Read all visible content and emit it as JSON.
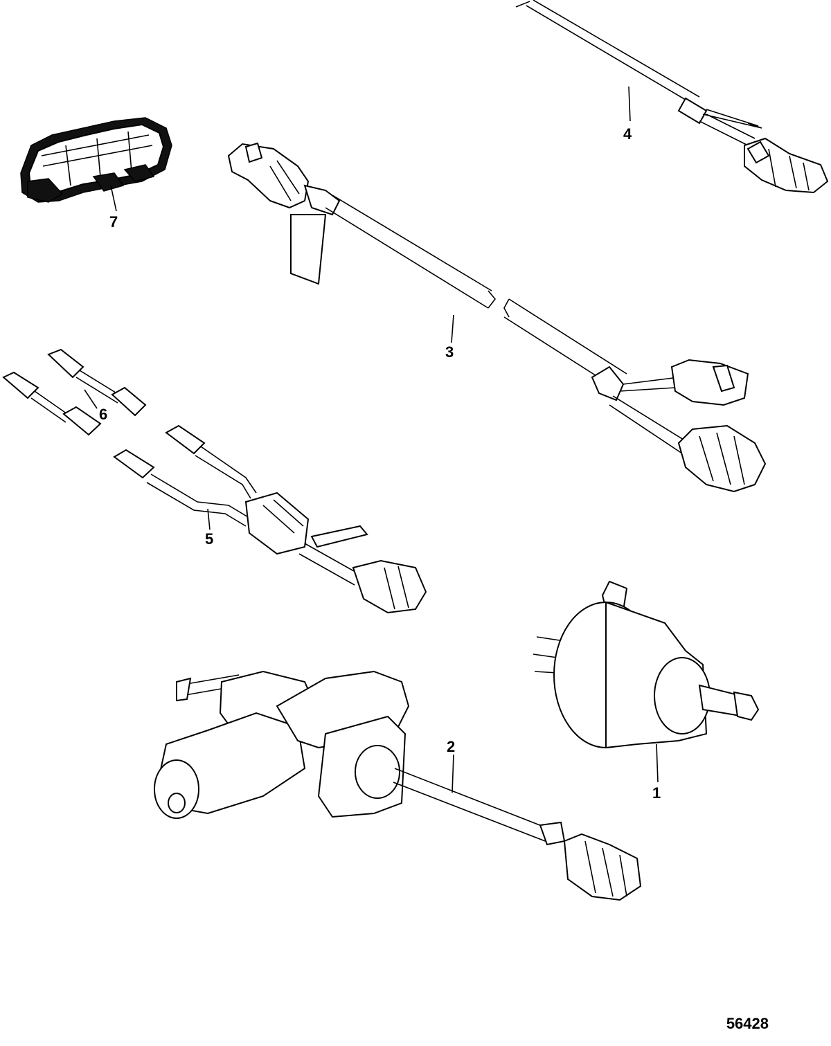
{
  "diagram": {
    "figure_number": "56428",
    "callouts": [
      {
        "id": "1",
        "label": "1"
      },
      {
        "id": "2",
        "label": "2"
      },
      {
        "id": "3",
        "label": "3"
      },
      {
        "id": "4",
        "label": "4"
      },
      {
        "id": "5",
        "label": "5"
      },
      {
        "id": "6",
        "label": "6"
      },
      {
        "id": "7",
        "label": "7"
      }
    ]
  }
}
